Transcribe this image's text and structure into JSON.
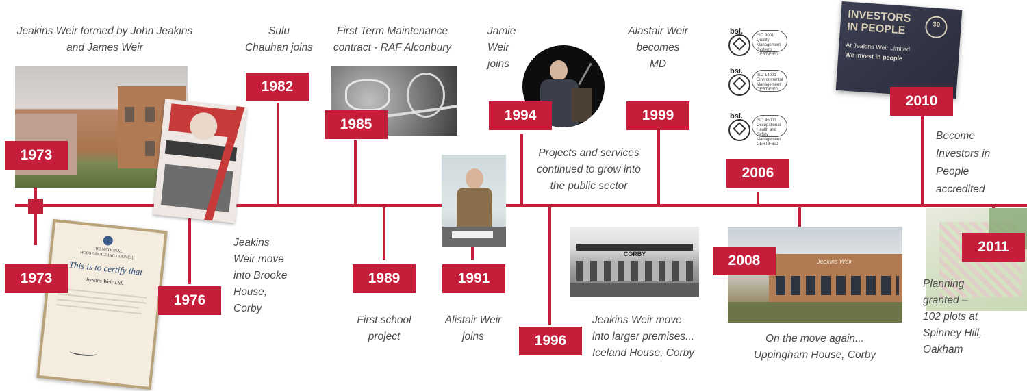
{
  "brand_color": "#c41e3a",
  "events": {
    "e1973a": {
      "year": "1973",
      "caption": [
        "Jeakins Weir formed by John Jeakins",
        "and James Weir"
      ]
    },
    "e1973b": {
      "year": "1973"
    },
    "e1976": {
      "year": "1976",
      "caption": [
        "Jeakins",
        "Weir move",
        "into Brooke",
        "House,",
        "Corby"
      ]
    },
    "e1982": {
      "year": "1982",
      "caption": [
        "Sulu",
        "Chauhan joins"
      ]
    },
    "e1985": {
      "year": "1985",
      "caption": [
        "First Term Maintenance",
        "contract - RAF Alconbury"
      ]
    },
    "e1989": {
      "year": "1989",
      "caption": [
        "First school",
        "project"
      ]
    },
    "e1991": {
      "year": "1991",
      "caption": [
        "Alistair Weir",
        "joins"
      ]
    },
    "e1994": {
      "year": "1994",
      "caption": [
        "Jamie",
        "Weir",
        "joins"
      ]
    },
    "e1996": {
      "year": "1996",
      "caption": [
        "Jeakins Weir move",
        "into larger premises...",
        "Iceland House, Corby"
      ]
    },
    "e1999": {
      "year": "1999",
      "caption": [
        "Alastair Weir",
        "becomes",
        "MD"
      ]
    },
    "services": {
      "caption": [
        "Projects and services",
        "continued to grow into",
        "the public sector"
      ]
    },
    "e2006": {
      "year": "2006"
    },
    "e2008": {
      "year": "2008",
      "caption": [
        "On the move again...",
        "Uppingham House, Corby"
      ]
    },
    "e2010": {
      "year": "2010",
      "caption": [
        "Become",
        "Investors in",
        "People",
        "accredited"
      ]
    },
    "e2011": {
      "year": "2011",
      "caption": [
        "Planning",
        "granted –",
        "102 plots at",
        "Spinney Hill,",
        "Oakham"
      ]
    }
  },
  "certificate": {
    "line1": "THE NATIONAL",
    "line2": "HOUSE-BUILDING COUNCIL",
    "headline": "This is to certify that",
    "name": "Jeakins Weir Ltd."
  },
  "iso_badges": [
    {
      "bsi": "bsi.",
      "text": [
        "ISO 9001",
        "Quality",
        "Management",
        "Systems",
        "CERTIFIED"
      ]
    },
    {
      "bsi": "bsi.",
      "text": [
        "ISO 14001",
        "Environmental",
        "Management",
        "CERTIFIED"
      ]
    },
    {
      "bsi": "bsi.",
      "text": [
        "ISO 45001",
        "Occupational",
        "Health and Safety",
        "Management",
        "CERTIFIED"
      ]
    }
  ],
  "iip_plaque": {
    "line1": "INVESTORS",
    "line2": "IN PEOPLE",
    "line3": "At Jeakins Weir Limited",
    "line4": "We invest in people",
    "badge": "30"
  },
  "building_sign": "Jeakins Weir",
  "iceland_sign": "CORBY"
}
